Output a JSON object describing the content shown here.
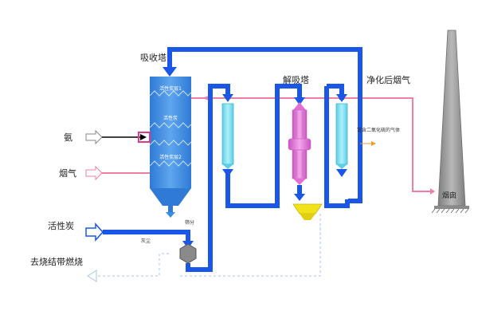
{
  "labels": {
    "absorber": "吸收塔",
    "desorber": "解吸塔",
    "clean_gas": "净化后烟气",
    "ammonia": "氨",
    "flue_gas": "烟气",
    "activated_carbon": "活性炭",
    "to_sintering": "去烧结带燃烧",
    "chimney": "烟囱",
    "so2_gas": "富含二氧化硫的气体",
    "screen": "筛分",
    "dust": "灰尘",
    "layer_1": "活性炭层1",
    "layer_2": "活性炭",
    "layer_3": "活性炭层2"
  },
  "colors": {
    "pipe": "#1a56e8",
    "gas_line": "#ef7fa0",
    "tower": "#3a8de0",
    "cyan_column": "#7fe3f2",
    "pink_column": "#e46fd4",
    "chimney": "#9a9a9a",
    "hopper": "#f2e21a"
  }
}
